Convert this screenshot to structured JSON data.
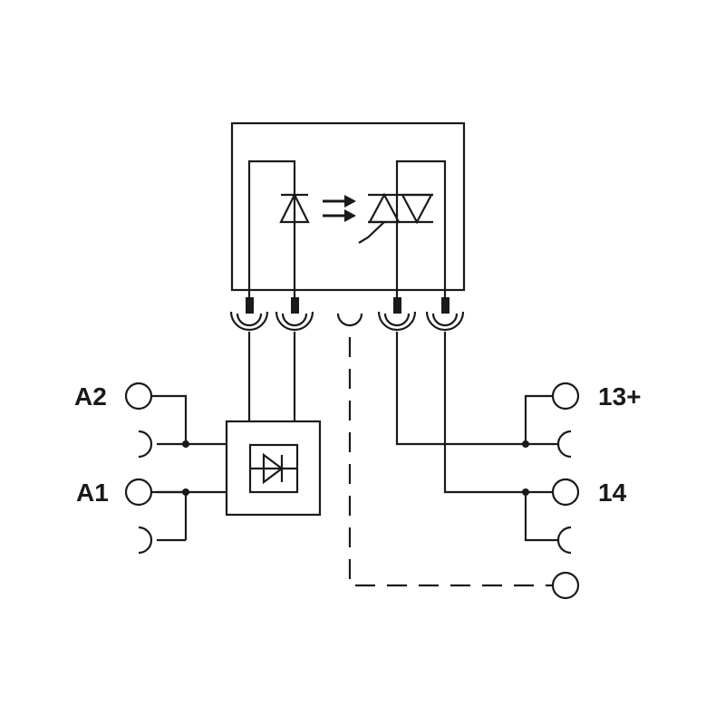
{
  "terminals": {
    "a2": "A2",
    "a1": "A1",
    "t13": "13+",
    "t14": "14"
  },
  "colors": {
    "line": "#1a1a1a",
    "background": "#ffffff"
  },
  "icons": {
    "optocoupler": "diode-led-to-triac-icon",
    "input_rectifier": "diode-icon",
    "bottom_terminal": "circle-terminal-icon",
    "bridge_socket": "half-circle-socket-icon"
  }
}
